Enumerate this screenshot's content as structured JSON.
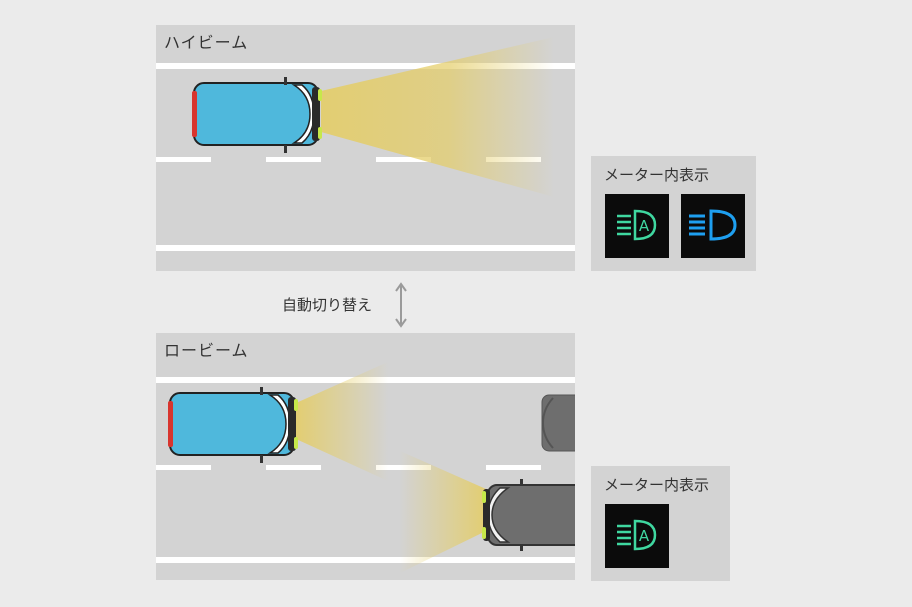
{
  "high_beam": {
    "title": "ハイビーム"
  },
  "low_beam": {
    "title": "ロービーム"
  },
  "switch": {
    "label": "自動切り替え"
  },
  "meter_high": {
    "label": "メーター内表示",
    "indicators": [
      "auto-high-beam-icon",
      "high-beam-icon"
    ]
  },
  "meter_low": {
    "label": "メーター内表示",
    "indicators": [
      "auto-high-beam-icon"
    ]
  },
  "colors": {
    "road": "#d3d3d3",
    "car_body": "#4fb8dc",
    "beam": "#e4cd67",
    "indicator_green": "#3fd7a0",
    "indicator_blue": "#1e9ff0",
    "oncoming_car": "#6e6e6e"
  }
}
